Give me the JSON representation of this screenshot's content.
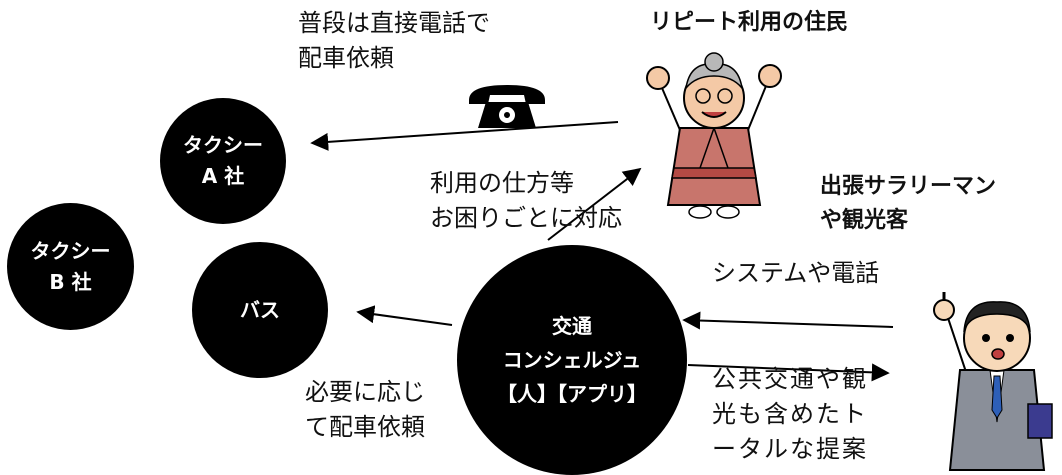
{
  "nodes": {
    "taxi_a": {
      "line1": "タクシー",
      "line2": "A 社"
    },
    "taxi_b": {
      "line1": "タクシー",
      "line2": "B 社"
    },
    "bus": {
      "line1": "バス"
    },
    "concierge": {
      "line1": "交通",
      "line2": "コンシェルジュ",
      "line3": "【人】【アプリ】"
    }
  },
  "labels": {
    "direct_call": {
      "line1": "普段は直接電話で",
      "line2": "配車依頼"
    },
    "support": {
      "line1": "利用の仕方等",
      "line2": "お困りごとに対応"
    },
    "request_as_needed": {
      "line1": "必要に応じ",
      "line2": "て配車依頼"
    },
    "system_phone": {
      "line1": "システムや電話"
    },
    "proposal": {
      "line1": "公共交通や観",
      "line2": "光も含めたト",
      "line3": "ータルな提案"
    }
  },
  "actors": {
    "resident": {
      "title": "リピート利用の住民"
    },
    "visitor": {
      "title_line1": "出張サラリーマン",
      "title_line2": "や観光客"
    }
  },
  "icons": {
    "phone": "telephone-icon",
    "resident": "elderly-woman-illustration",
    "visitor": "businessman-illustration"
  },
  "colors": {
    "node_fill": "#000000",
    "node_text": "#ffffff",
    "arrow": "#000000"
  }
}
